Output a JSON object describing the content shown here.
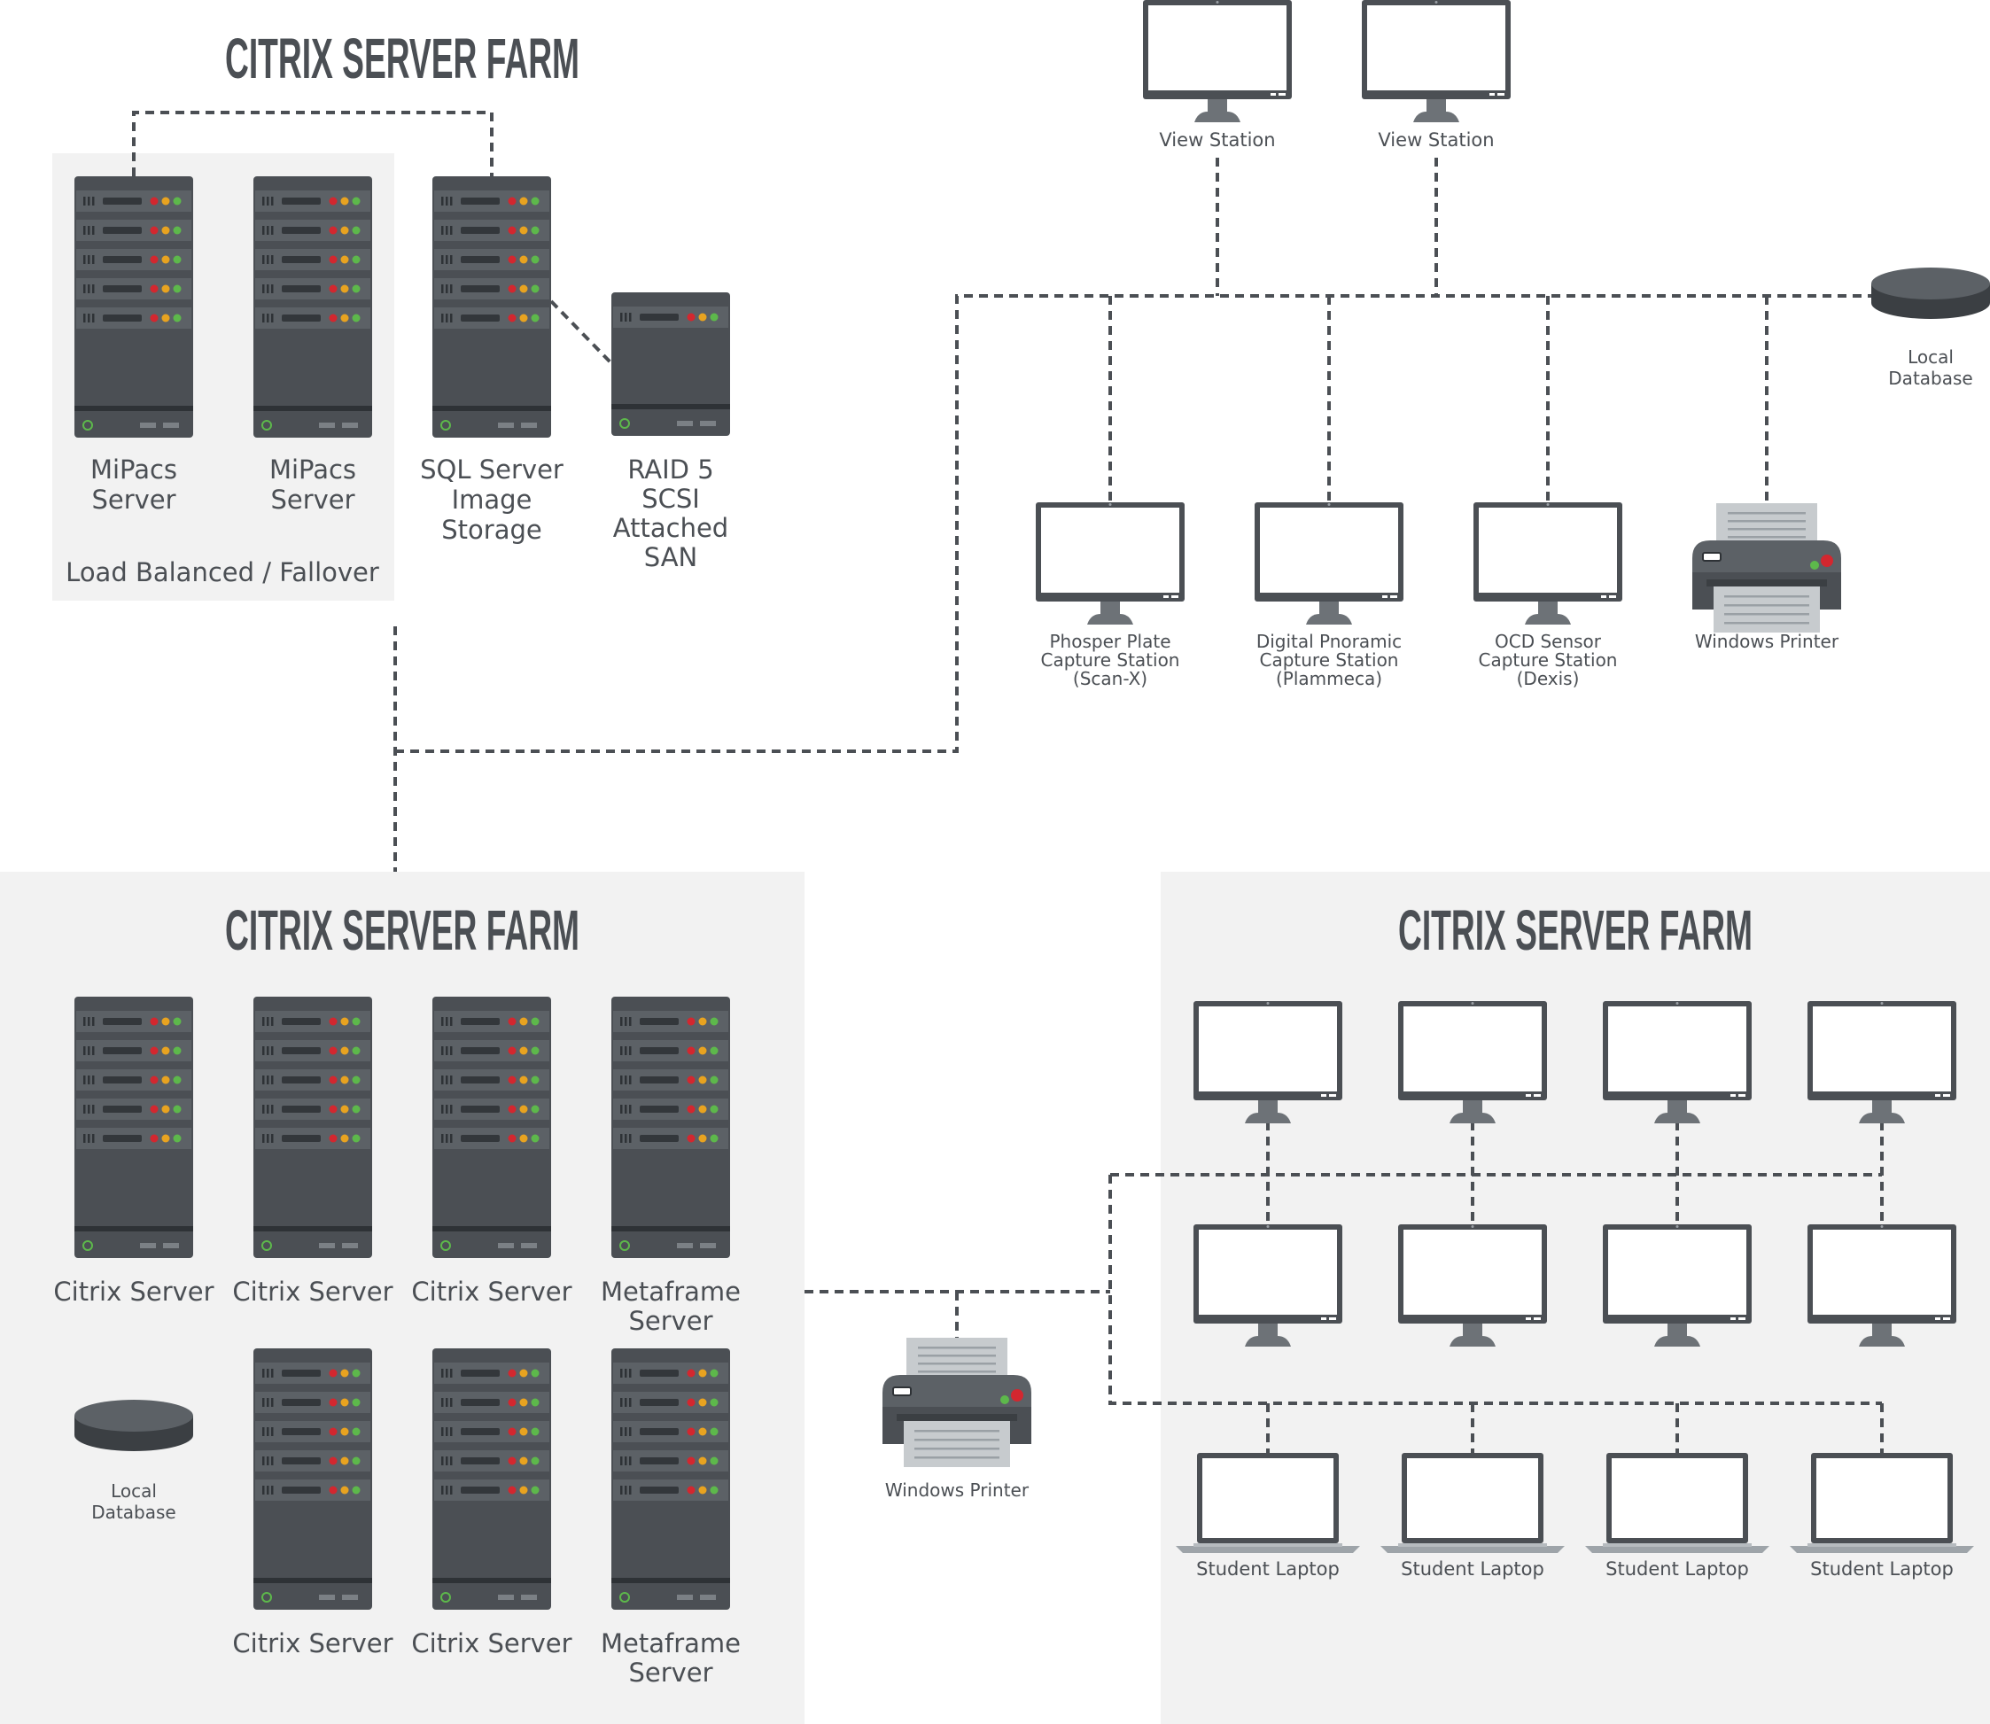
{
  "titles": {
    "top_farm": "CITRIX SERVER FARM",
    "bottom_left_farm": "CITRIX SERVER FARM",
    "bottom_right_farm": "CITRIX SERVER FARM"
  },
  "top_farm": {
    "servers": [
      [
        "MiPacs",
        "Server"
      ],
      [
        "MiPacs",
        "Server"
      ],
      [
        "SQL Server",
        "Image",
        "Storage"
      ]
    ],
    "san": [
      "RAID 5",
      "SCSI",
      "Attached",
      "SAN"
    ],
    "group_label": "Load Balanced / Fallover"
  },
  "clinic": {
    "view_stations": [
      "View Station",
      "View Station"
    ],
    "capture_stations": [
      [
        "Phosper Plate",
        "Capture Station",
        "(Scan-X)"
      ],
      [
        "Digital Pnoramic",
        "Capture Station",
        "(Plammeca)"
      ],
      [
        "OCD Sensor",
        "Capture Station",
        "(Dexis)"
      ]
    ],
    "printer": "Windows Printer",
    "database": [
      "Local",
      "Database"
    ]
  },
  "bottom_left_farm": {
    "row1": [
      [
        "Citrix Server"
      ],
      [
        "Citrix Server"
      ],
      [
        "Citrix Server"
      ],
      [
        "Metaframe",
        "Server"
      ]
    ],
    "row2": [
      [
        "Citrix Server"
      ],
      [
        "Citrix Server"
      ],
      [
        "Metaframe",
        "Server"
      ]
    ],
    "database": [
      "Local",
      "Database"
    ]
  },
  "middle_printer": "Windows Printer",
  "bottom_right_farm": {
    "laptops": [
      "Student Laptop",
      "Student Laptop",
      "Student Laptop",
      "Student Laptop"
    ]
  },
  "colors": {
    "panel": "#f2f2f2",
    "device_dark": "#4b4f54",
    "device_mid": "#5c6166",
    "screen_stand": "#6d7277",
    "led_red": "#d3272f",
    "led_amber": "#e8a320",
    "led_green": "#5db84b"
  }
}
